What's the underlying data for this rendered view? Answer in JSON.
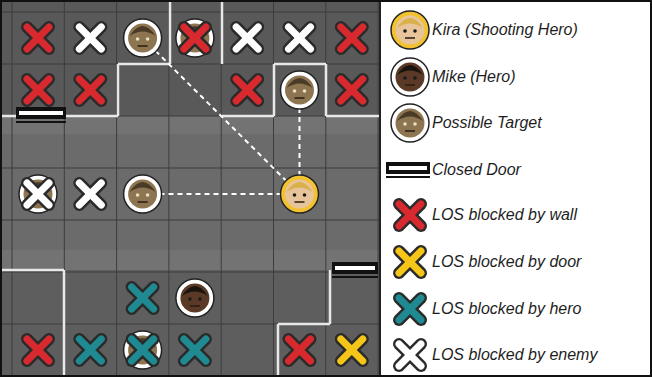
{
  "diagram": {
    "legend": [
      {
        "text": "Kira (Shooting Hero)"
      },
      {
        "text": "Mike (Hero)"
      },
      {
        "text": "Possible Target"
      },
      {
        "text": "Closed Door"
      },
      {
        "text": "LOS blocked by wall"
      },
      {
        "text": "LOS blocked by door"
      },
      {
        "text": "LOS blocked by hero"
      },
      {
        "text": "LOS blocked by enemy"
      }
    ]
  }
}
